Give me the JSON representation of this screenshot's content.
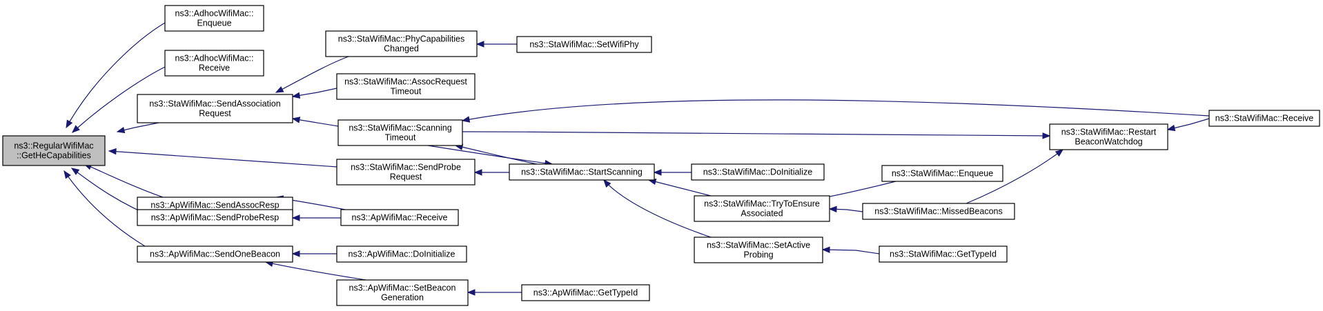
{
  "nodes": [
    {
      "id": "root",
      "lines": [
        "ns3::RegularWifiMac",
        "::GetHeCapabilities"
      ],
      "focus": true
    },
    {
      "id": "adhoc-enqueue",
      "lines": [
        "ns3::AdhocWifiMac::",
        "Enqueue"
      ]
    },
    {
      "id": "adhoc-receive",
      "lines": [
        "ns3::AdhocWifiMac::",
        "Receive"
      ]
    },
    {
      "id": "sta-send-assoc-req",
      "lines": [
        "ns3::StaWifiMac::SendAssociation",
        "Request"
      ]
    },
    {
      "id": "ap-send-assoc-resp",
      "lines": [
        "ns3::ApWifiMac::SendAssocResp"
      ]
    },
    {
      "id": "ap-send-probe-resp",
      "lines": [
        "ns3::ApWifiMac::SendProbeResp"
      ]
    },
    {
      "id": "ap-send-one-beacon",
      "lines": [
        "ns3::ApWifiMac::SendOneBeacon"
      ]
    },
    {
      "id": "sta-phy-cap-changed",
      "lines": [
        "ns3::StaWifiMac::PhyCapabilities",
        "Changed"
      ]
    },
    {
      "id": "sta-assoc-req-timeout",
      "lines": [
        "ns3::StaWifiMac::AssocRequest",
        "Timeout"
      ]
    },
    {
      "id": "sta-scanning-timeout",
      "lines": [
        "ns3::StaWifiMac::Scanning",
        "Timeout"
      ]
    },
    {
      "id": "sta-send-probe-req",
      "lines": [
        "ns3::StaWifiMac::SendProbe",
        "Request"
      ]
    },
    {
      "id": "ap-receive",
      "lines": [
        "ns3::ApWifiMac::Receive"
      ]
    },
    {
      "id": "ap-do-initialize",
      "lines": [
        "ns3::ApWifiMac::DoInitialize"
      ]
    },
    {
      "id": "ap-set-beacon-gen",
      "lines": [
        "ns3::ApWifiMac::SetBeacon",
        "Generation"
      ]
    },
    {
      "id": "sta-set-wifi-phy",
      "lines": [
        "ns3::StaWifiMac::SetWifiPhy"
      ]
    },
    {
      "id": "sta-start-scanning",
      "lines": [
        "ns3::StaWifiMac::StartScanning"
      ]
    },
    {
      "id": "ap-get-type-id",
      "lines": [
        "ns3::ApWifiMac::GetTypeId"
      ]
    },
    {
      "id": "sta-do-initialize",
      "lines": [
        "ns3::StaWifiMac::DoInitialize"
      ]
    },
    {
      "id": "sta-try-ensure-assoc",
      "lines": [
        "ns3::StaWifiMac::TryToEnsure",
        "Associated"
      ]
    },
    {
      "id": "sta-set-active-probing",
      "lines": [
        "ns3::StaWifiMac::SetActive",
        "Probing"
      ]
    },
    {
      "id": "sta-enqueue",
      "lines": [
        "ns3::StaWifiMac::Enqueue"
      ]
    },
    {
      "id": "sta-missed-beacons",
      "lines": [
        "ns3::StaWifiMac::MissedBeacons"
      ]
    },
    {
      "id": "sta-get-type-id",
      "lines": [
        "ns3::StaWifiMac::GetTypeId"
      ]
    },
    {
      "id": "sta-restart-beacon-watchdog",
      "lines": [
        "ns3::StaWifiMac::Restart",
        "BeaconWatchdog"
      ]
    },
    {
      "id": "sta-receive",
      "lines": [
        "ns3::StaWifiMac::Receive"
      ]
    }
  ],
  "edges": [
    {
      "from": "adhoc-enqueue",
      "to": "root"
    },
    {
      "from": "adhoc-receive",
      "to": "root"
    },
    {
      "from": "sta-send-assoc-req",
      "to": "root"
    },
    {
      "from": "sta-send-probe-req",
      "to": "root"
    },
    {
      "from": "ap-send-assoc-resp",
      "to": "root"
    },
    {
      "from": "ap-send-probe-resp",
      "to": "root"
    },
    {
      "from": "ap-send-one-beacon",
      "to": "root"
    },
    {
      "from": "sta-phy-cap-changed",
      "to": "sta-send-assoc-req"
    },
    {
      "from": "sta-assoc-req-timeout",
      "to": "sta-send-assoc-req"
    },
    {
      "from": "sta-scanning-timeout",
      "to": "sta-send-assoc-req"
    },
    {
      "from": "sta-set-wifi-phy",
      "to": "sta-phy-cap-changed"
    },
    {
      "from": "sta-start-scanning",
      "to": "sta-scanning-timeout"
    },
    {
      "from": "sta-receive",
      "to": "sta-scanning-timeout"
    },
    {
      "from": "sta-scanning-timeout",
      "to": "sta-start-scanning"
    },
    {
      "from": "sta-scanning-timeout",
      "to": "sta-restart-beacon-watchdog"
    },
    {
      "from": "sta-start-scanning",
      "to": "sta-send-probe-req"
    },
    {
      "from": "sta-do-initialize",
      "to": "sta-start-scanning"
    },
    {
      "from": "sta-try-ensure-assoc",
      "to": "sta-start-scanning"
    },
    {
      "from": "sta-set-active-probing",
      "to": "sta-start-scanning"
    },
    {
      "from": "sta-enqueue",
      "to": "sta-try-ensure-assoc"
    },
    {
      "from": "sta-missed-beacons",
      "to": "sta-try-ensure-assoc"
    },
    {
      "from": "sta-missed-beacons",
      "to": "sta-restart-beacon-watchdog"
    },
    {
      "from": "sta-receive",
      "to": "sta-restart-beacon-watchdog"
    },
    {
      "from": "sta-get-type-id",
      "to": "sta-set-active-probing"
    },
    {
      "from": "ap-receive",
      "to": "ap-send-assoc-resp"
    },
    {
      "from": "ap-receive",
      "to": "ap-send-probe-resp"
    },
    {
      "from": "ap-do-initialize",
      "to": "ap-send-one-beacon"
    },
    {
      "from": "ap-set-beacon-gen",
      "to": "ap-send-one-beacon"
    },
    {
      "from": "ap-get-type-id",
      "to": "ap-set-beacon-gen"
    }
  ],
  "colors": {
    "edge": "#191970",
    "node_border": "#000000",
    "node_fill": "#ffffff",
    "focus_fill": "#bfbfbf"
  }
}
